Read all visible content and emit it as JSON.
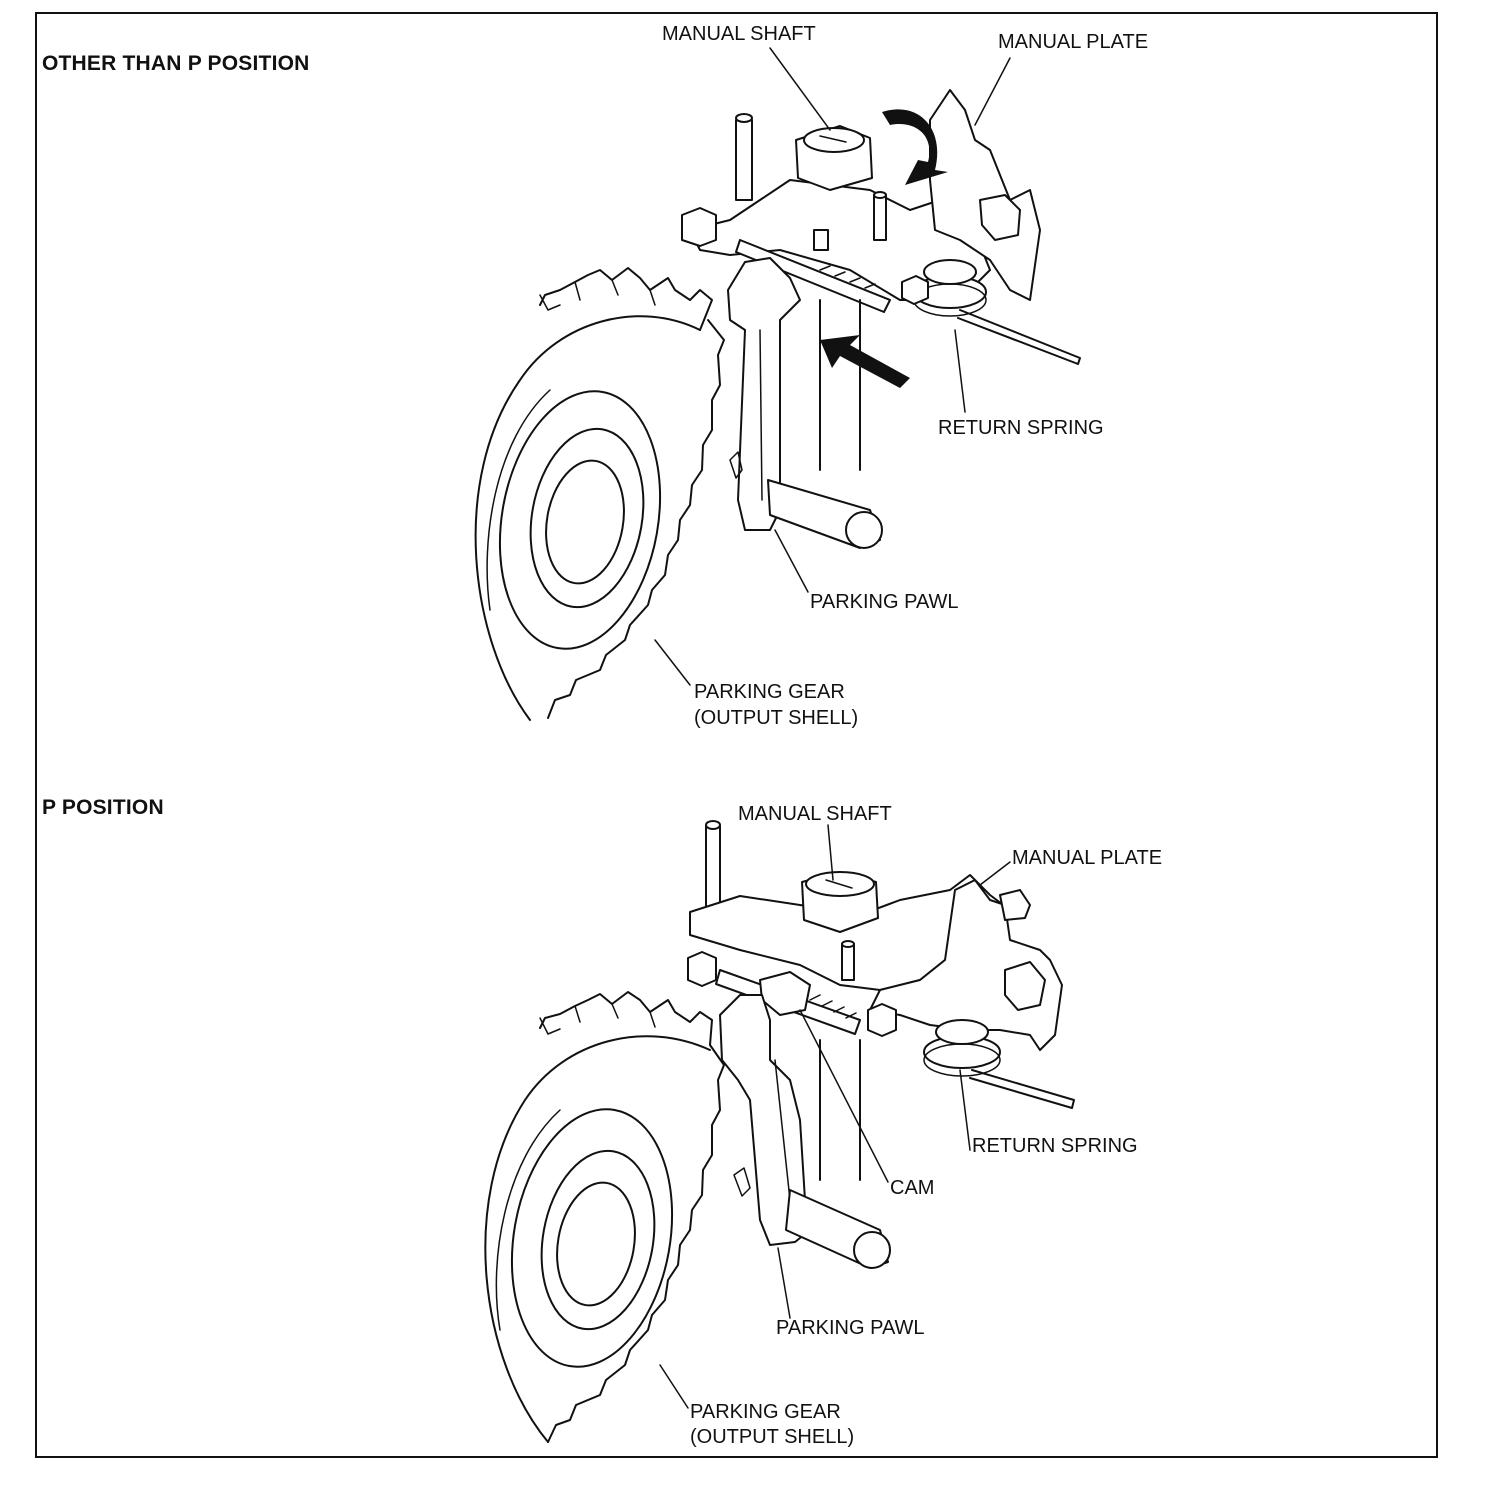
{
  "panels": [
    {
      "title": "OTHER THAN P POSITION",
      "labels": {
        "manual_shaft": "MANUAL SHAFT",
        "manual_plate": "MANUAL PLATE",
        "return_spring": "RETURN SPRING",
        "parking_pawl": "PARKING PAWL",
        "parking_gear_1": "PARKING GEAR",
        "parking_gear_2": "(OUTPUT SHELL)"
      }
    },
    {
      "title": "P POSITION",
      "labels": {
        "manual_shaft": "MANUAL SHAFT",
        "manual_plate": "MANUAL PLATE",
        "return_spring": "RETURN SPRING",
        "cam": "CAM",
        "parking_pawl": "PARKING PAWL",
        "parking_gear_1": "PARKING GEAR",
        "parking_gear_2": "(OUTPUT SHELL)"
      }
    }
  ],
  "colors": {
    "ink": "#111111",
    "background": "#ffffff"
  }
}
